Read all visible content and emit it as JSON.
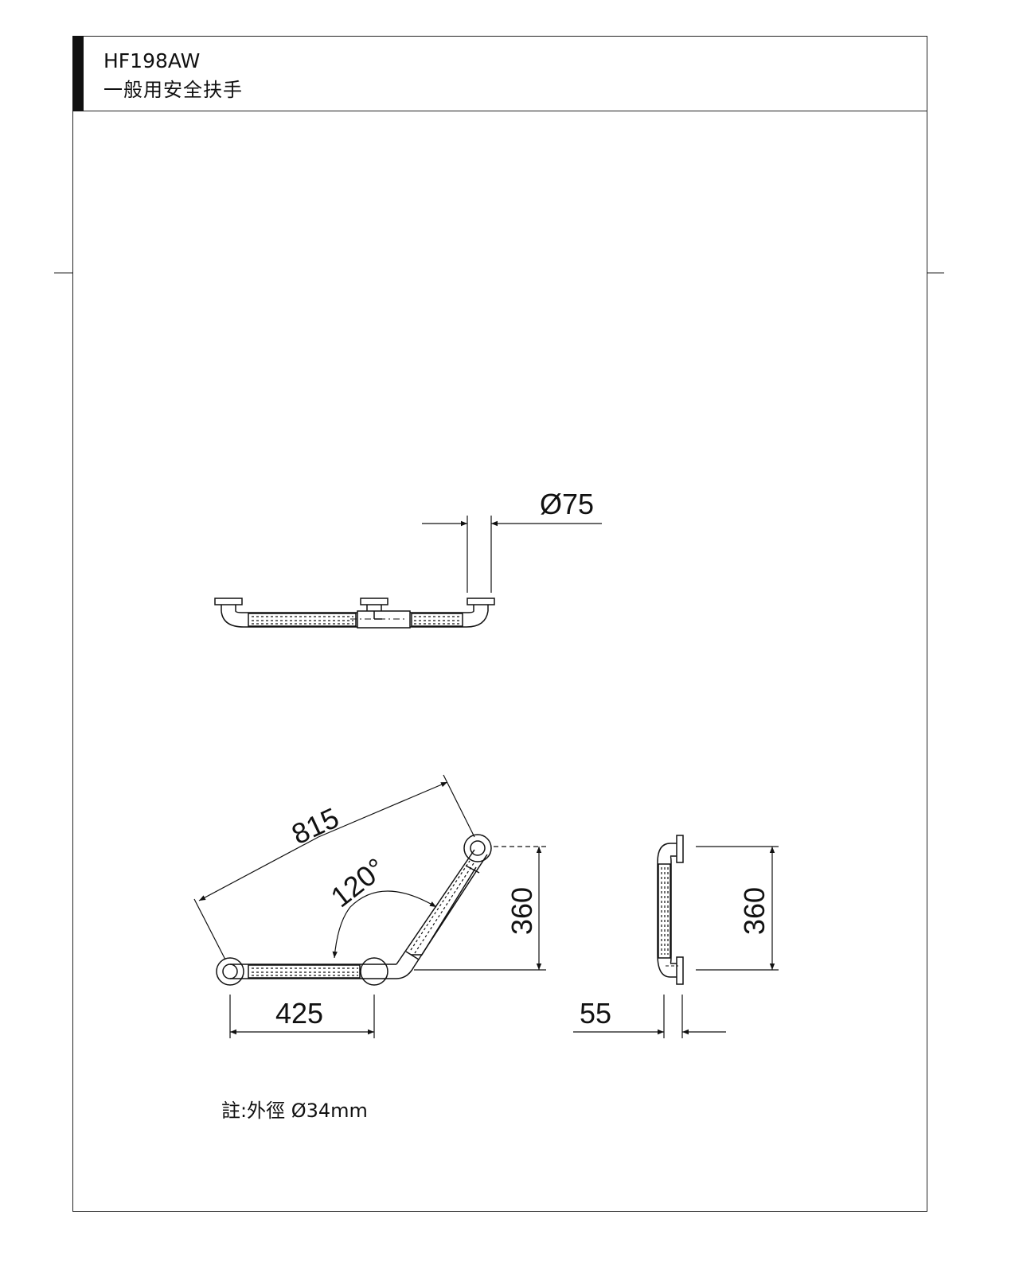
{
  "title_block": {
    "model": "HF198AW",
    "product_name": "一般用安全扶手"
  },
  "dimensions": {
    "flange_diameter": "Ø75",
    "diagonal_length": "815",
    "angle": "120°",
    "horizontal_length": "425",
    "front_height": "360",
    "side_height": "360",
    "wall_projection": "55"
  },
  "note": "註:外徑 Ø34mm"
}
